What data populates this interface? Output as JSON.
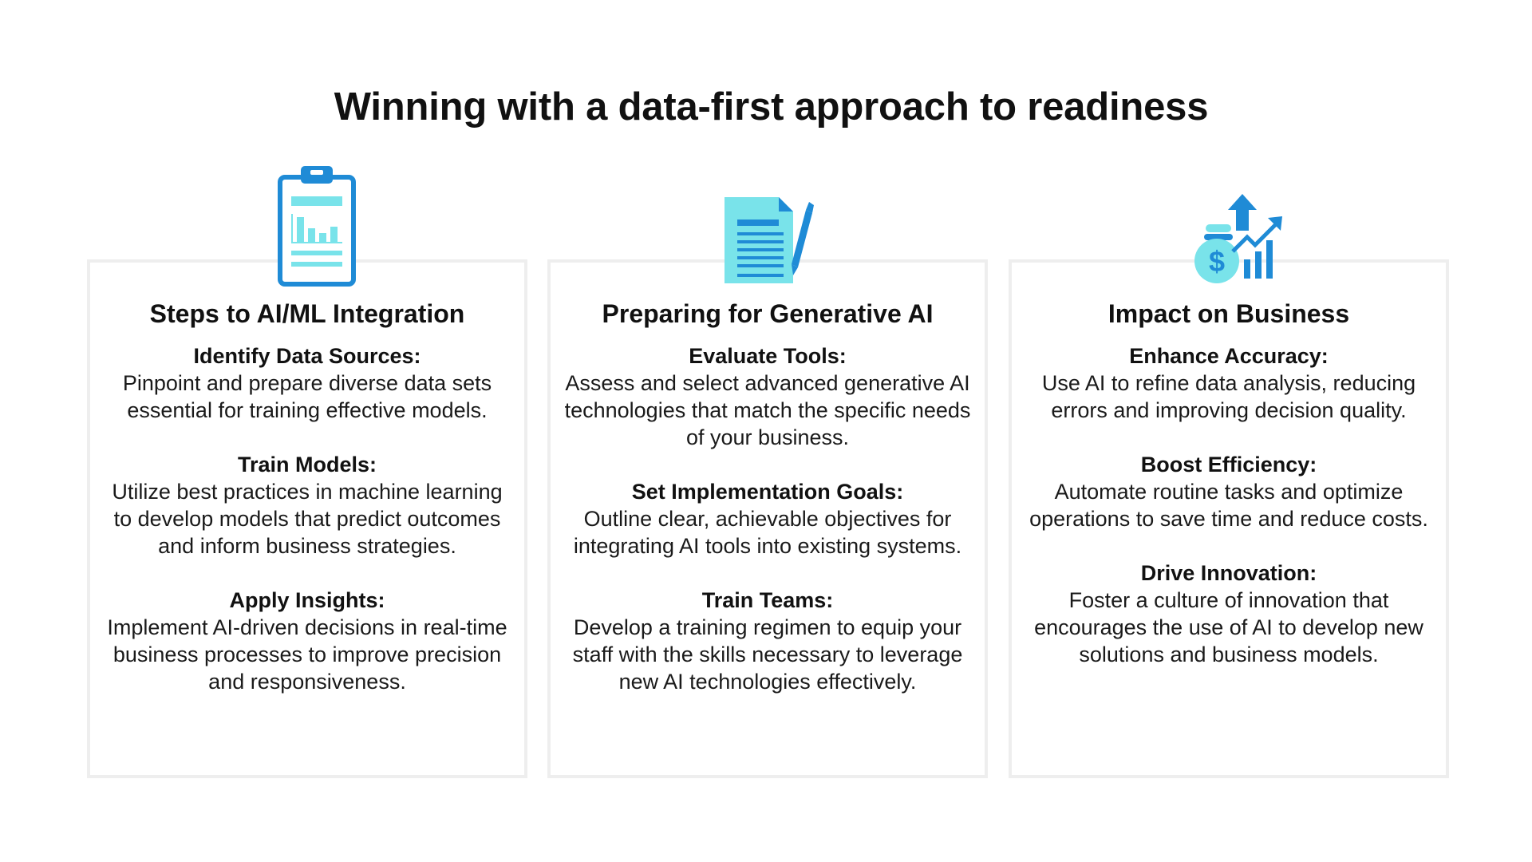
{
  "title": "Winning with a data-first approach to readiness",
  "colors": {
    "accent_blue": "#1f8bd6",
    "accent_cyan": "#79e3ea",
    "border": "#eeeeee"
  },
  "columns": [
    {
      "icon": "clipboard-chart-icon",
      "heading": "Steps to AI/ML Integration",
      "items": [
        {
          "head": "Identify Data Sources:",
          "text": "Pinpoint and prepare diverse data sets essential for training effective models."
        },
        {
          "head": "Train Models:",
          "text": "Utilize best practices in machine learning to develop models that predict outcomes and inform business strategies."
        },
        {
          "head": "Apply Insights:",
          "text": "Implement AI-driven decisions in real-time business processes to improve precision and responsiveness."
        }
      ]
    },
    {
      "icon": "document-pen-icon",
      "heading": "Preparing for Generative AI",
      "items": [
        {
          "head": "Evaluate Tools:",
          "text": "Assess and select advanced generative AI technologies that match the specific needs of your business."
        },
        {
          "head": "Set Implementation Goals:",
          "text": "Outline clear, achievable objectives for integrating AI tools into existing systems."
        },
        {
          "head": "Train Teams:",
          "text": "Develop a training regimen to equip your staff with the skills necessary to leverage new AI technologies effectively."
        }
      ]
    },
    {
      "icon": "money-bag-growth-icon",
      "heading": "Impact on Business",
      "items": [
        {
          "head": "Enhance Accuracy:",
          "text": "Use AI to refine data analysis, reducing errors and improving decision quality."
        },
        {
          "head": "Boost Efficiency:",
          "text": "Automate routine tasks and optimize operations to save time and reduce costs."
        },
        {
          "head": "Drive Innovation:",
          "text": "Foster a culture of innovation that encourages the use of AI to develop new solutions and business models."
        }
      ]
    }
  ]
}
